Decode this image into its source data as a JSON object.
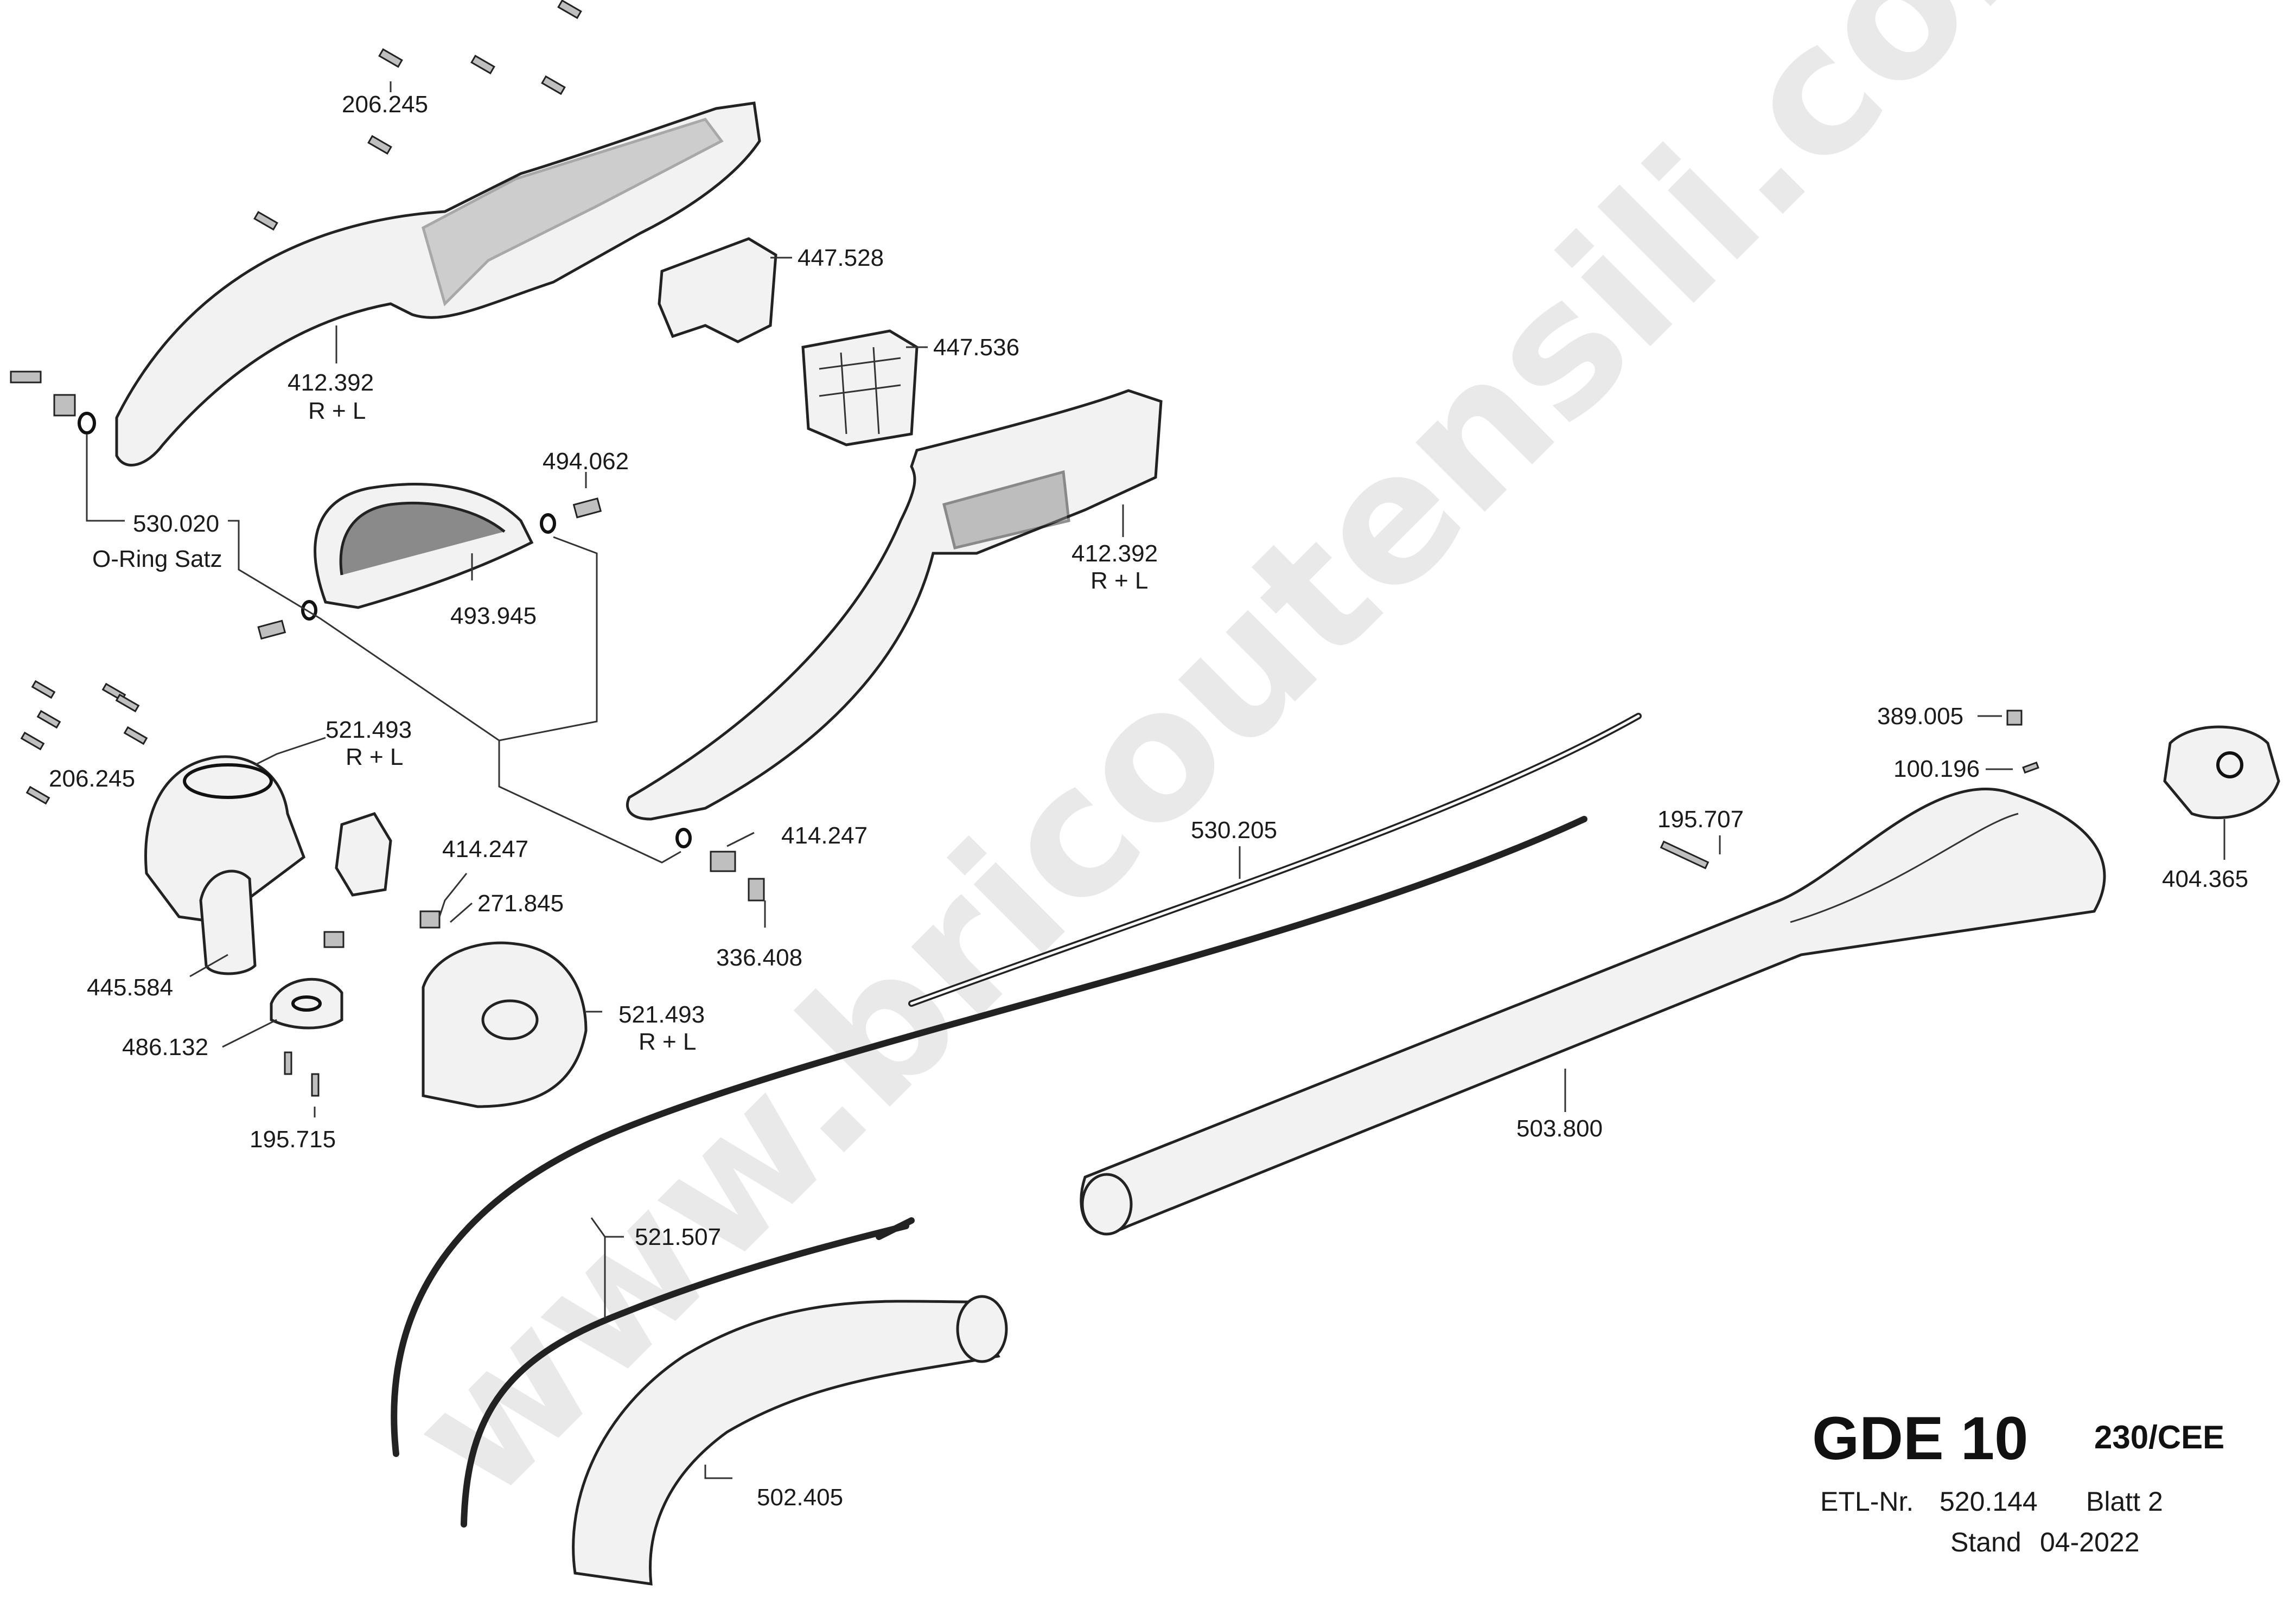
{
  "watermark": "www.bricoutensili.com",
  "title": {
    "model": "GDE 10",
    "variant": "230/CEE",
    "etl_label": "ETL-Nr.",
    "etl_number": "520.144",
    "sheet": "Blatt 2",
    "stand_label": "Stand",
    "stand_date": "04-2022"
  },
  "labels": {
    "l_206245_top": "206.245",
    "l_412392_a": "412.392",
    "l_412392_a_rl": "R + L",
    "l_447528": "447.528",
    "l_447536": "447.536",
    "l_494062": "494.062",
    "l_530020": "530.020",
    "l_530020_sub": "O-Ring Satz",
    "l_493945": "493.945",
    "l_412392_b": "412.392",
    "l_412392_b_rl": "R + L",
    "l_521493_a": "521.493",
    "l_521493_a_rl": "R + L",
    "l_206245_left": "206.245",
    "l_414247_a": "414.247",
    "l_271845": "271.845",
    "l_414247_b": "414.247",
    "l_336408": "336.408",
    "l_445584": "445.584",
    "l_486132": "486.132",
    "l_521493_b": "521.493",
    "l_521493_b_rl": "R + L",
    "l_195715": "195.715",
    "l_530205": "530.205",
    "l_389005": "389.005",
    "l_100196": "100.196",
    "l_195707": "195.707",
    "l_404365": "404.365",
    "l_503800": "503.800",
    "l_521507": "521.507",
    "l_502405": "502.405"
  }
}
